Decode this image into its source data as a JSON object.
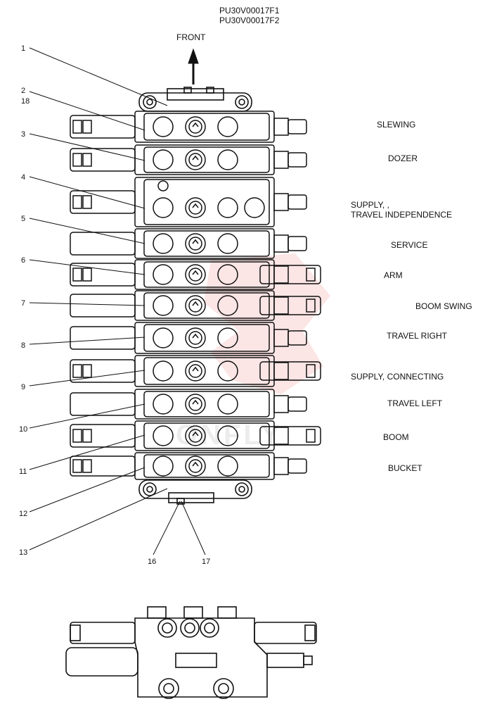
{
  "part_codes": [
    "PU30V00017F1",
    "PU30V00017F2"
  ],
  "front_label": "FRONT",
  "sections": [
    {
      "name": "SLEWING"
    },
    {
      "name": "DOZER"
    },
    {
      "name": "SUPPLY, ,",
      "name2": "TRAVEL INDEPENDENCE"
    },
    {
      "name": "SERVICE"
    },
    {
      "name": "ARM"
    },
    {
      "name": "BOOM SWING"
    },
    {
      "name": "TRAVEL RIGHT"
    },
    {
      "name": "SUPPLY, CONNECTING"
    },
    {
      "name": "TRAVEL LEFT"
    },
    {
      "name": "BOOM"
    },
    {
      "name": "BUCKET"
    }
  ],
  "callouts": [
    "1",
    "2",
    "18",
    "3",
    "4",
    "5",
    "6",
    "7",
    "8",
    "9",
    "10",
    "11",
    "12",
    "13",
    "16",
    "17"
  ],
  "watermark_text": "ONFLY",
  "colors": {
    "line": "#111111",
    "watermark_red": "#e8282a",
    "corner_mark": "#e0202a"
  }
}
